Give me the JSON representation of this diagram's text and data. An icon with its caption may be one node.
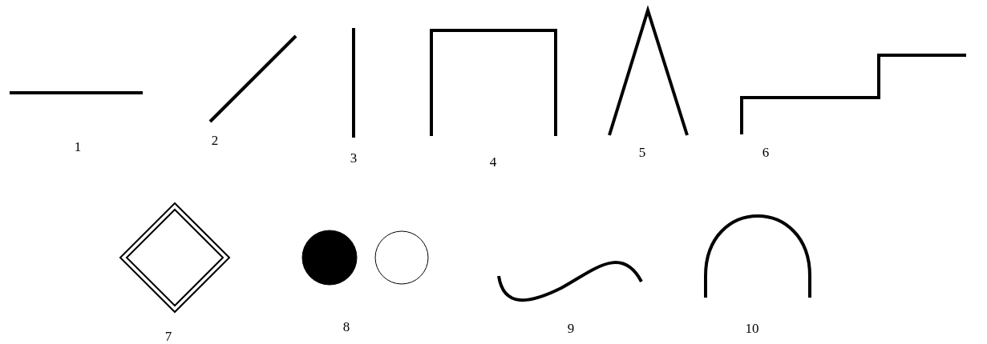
{
  "diagram": {
    "labels": [
      "1",
      "2",
      "3",
      "4",
      "5",
      "6",
      "7",
      "8",
      "9",
      "10"
    ]
  }
}
